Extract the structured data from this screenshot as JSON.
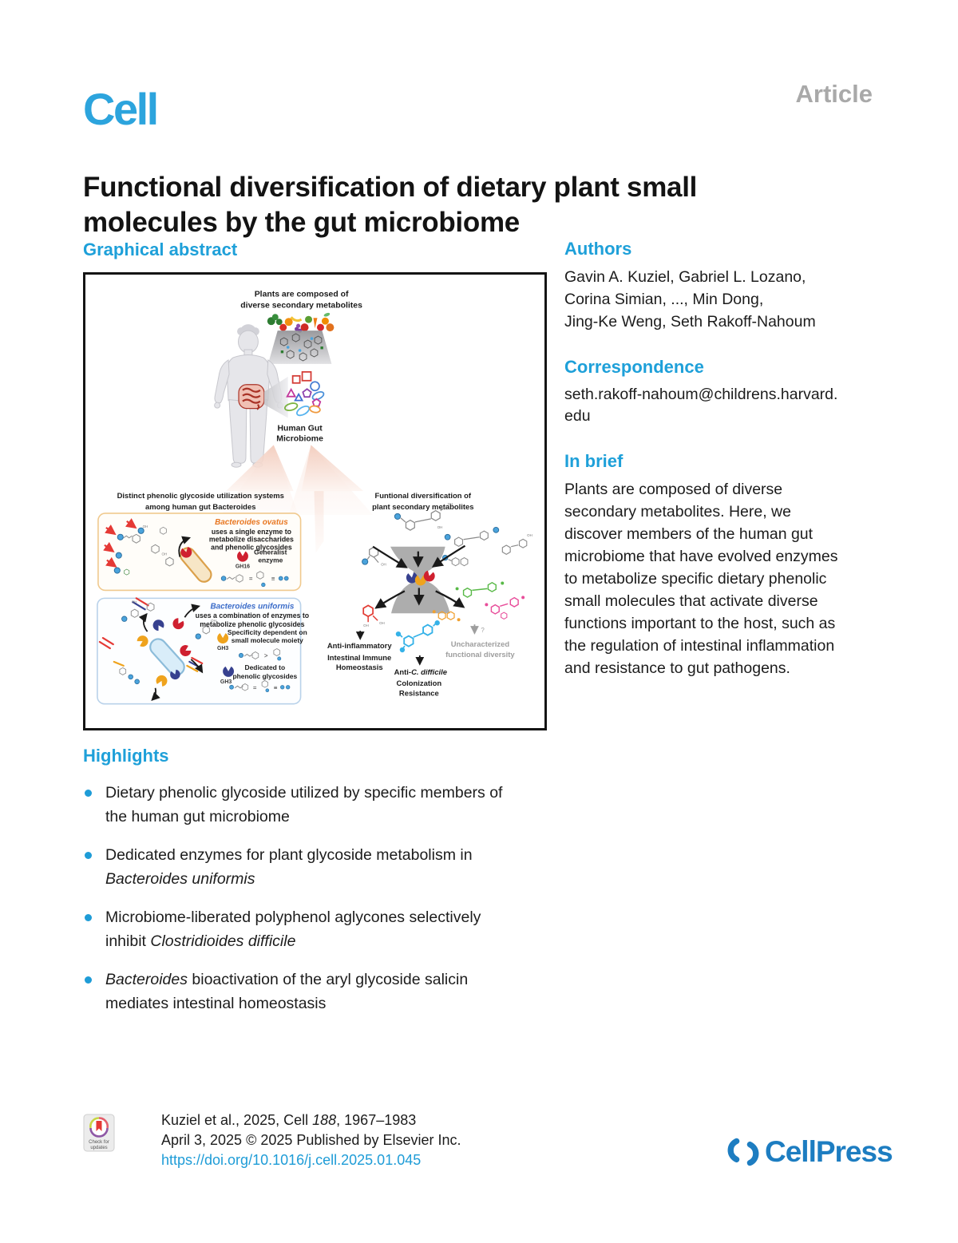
{
  "colors": {
    "accent_blue": "#1ea0d9",
    "cell_logo_blue": "#2ca4dd",
    "article_gray": "#a9a9a9",
    "link_blue": "#1e9cd7",
    "cellpress_blue": "#1d7dc1",
    "ovatus_orange": "#e87722",
    "uniformis_blue": "#3b6cc9",
    "enzyme_red": "#cf2030",
    "enzyme_yellow": "#efa31d",
    "enzyme_navy": "#37418f",
    "sugar_blue": "#4aa3dc"
  },
  "header": {
    "journal": "Cell",
    "article_type": "Article",
    "title_lines": [
      "Functional diversification of dietary plant small",
      "molecules by the gut microbiome"
    ]
  },
  "graphical_abstract": {
    "heading": "Graphical abstract",
    "fig": {
      "plants_lines": [
        "Plants are composed of",
        "diverse secondary metabolites"
      ],
      "microbiome_lines": [
        "Human Gut",
        "Microbiome"
      ],
      "left_title_lines": [
        "Distinct phenolic glycoside utilization systems",
        "among human gut Bacteroides"
      ],
      "right_title_lines": [
        "Funtional diversification of",
        "plant secondary metabolites"
      ],
      "oh_label": "OH",
      "ovatus": {
        "name": "Bacteroides ovatus",
        "desc_lines": [
          "uses a single enzyme to",
          "metabolize disaccharides",
          "and phenolic glycosides"
        ],
        "enzyme_id": "GH16",
        "enzyme_lines": [
          "Generalist",
          "enzyme"
        ]
      },
      "uniformis": {
        "name": "Bacteroides uniformis",
        "desc_lines": [
          "uses a combination of enzymes to",
          "metabolize phenolic glycosides"
        ],
        "enzyme1_id": "GH3",
        "enzyme1_lines": [
          "Specificity dependent on",
          "small molecule moiety"
        ],
        "enzyme2_id": "GH3",
        "enzyme2_lines": [
          "Dedicated to",
          "phenolic glycosides"
        ]
      },
      "outcomes": {
        "anti_inflammatory": "Anti-inflammatory",
        "intestinal_lines": [
          "Intestinal Immune",
          "Homeostasis"
        ],
        "anti_cdiff_prefix": "Anti-",
        "anti_cdiff_italic": "C. difficile",
        "cdiff_lines": [
          "Colonization",
          "Resistance"
        ],
        "uncharacterized_lines": [
          "Uncharacterized",
          "functional diversity"
        ],
        "question_mark": "?"
      }
    }
  },
  "authors": {
    "heading": "Authors",
    "lines": [
      "Gavin A. Kuziel, Gabriel L. Lozano,",
      "Corina Simian, ..., Min Dong,",
      "Jing-Ke Weng, Seth Rakoff-Nahoum"
    ]
  },
  "correspondence": {
    "heading": "Correspondence",
    "email_lines": [
      "seth.rakoff-nahoum@childrens.harvard.",
      "edu"
    ]
  },
  "in_brief": {
    "heading": "In brief",
    "lines": [
      "Plants are composed of diverse",
      "secondary metabolites. Here, we",
      "discover members of the human gut",
      "microbiome that have evolved enzymes",
      "to metabolize specific dietary phenolic",
      "small molecules that activate diverse",
      "functions important to the host, such as",
      "the regulation of intestinal inflammation",
      "and resistance to gut pathogens."
    ]
  },
  "highlights": {
    "heading": "Highlights",
    "items": [
      {
        "l1": "Dietary phenolic glycoside utilized by specific members of",
        "l2": "the human gut microbiome"
      },
      {
        "l1": "Dedicated enzymes for plant glycoside metabolism in",
        "l2i": "Bacteroides uniformis"
      },
      {
        "l1": "Microbiome-liberated polyphenol aglycones selectively",
        "l2a": "inhibit ",
        "l2i": "Clostridioides difficile"
      },
      {
        "l1i": "Bacteroides",
        "l1b": " bioactivation of the aryl glycoside salicin",
        "l2": "mediates intestinal homeostasis"
      }
    ]
  },
  "footer": {
    "badge_lines": [
      "Check for",
      "updates"
    ],
    "citation": {
      "part1": "Kuziel et al., 2025, Cell ",
      "volume": "188",
      "part2": ", 1967–1983"
    },
    "copyright": "April 3, 2025 © 2025 Published by Elsevier Inc.",
    "doi": "https://doi.org/10.1016/j.cell.2025.01.045",
    "publisher": "CellPress"
  }
}
